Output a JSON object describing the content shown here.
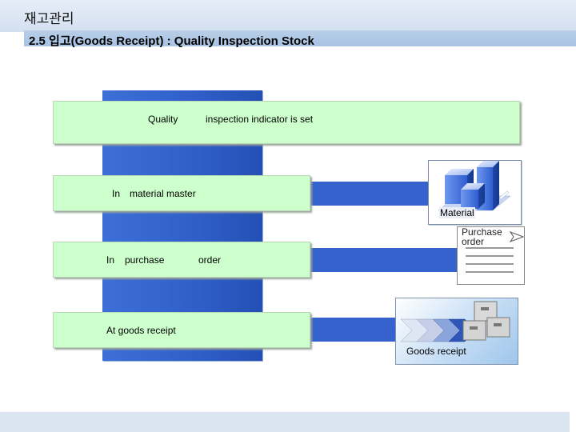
{
  "header": {
    "title": "재고관리",
    "subtitle": "2.5 입고(Goods Receipt) : Quality Inspection Stock"
  },
  "diagram": {
    "bars": [
      {
        "label_a": "Quality",
        "label_b": "inspection indicator is set"
      },
      {
        "label_a": "In",
        "label_b": "material master"
      },
      {
        "label_a": "In",
        "label_b": "purchase",
        "label_c": "order"
      },
      {
        "label_a": "At goods receipt"
      }
    ],
    "objects": {
      "material": "Material",
      "purchase_order_line1": "Purchase",
      "purchase_order_line2": "order",
      "goods_receipt": "Goods receipt"
    }
  },
  "colors": {
    "bar_fill": "#ccffcc",
    "connector_blue": "#3562cc",
    "header_band": "#a8c2e2"
  }
}
